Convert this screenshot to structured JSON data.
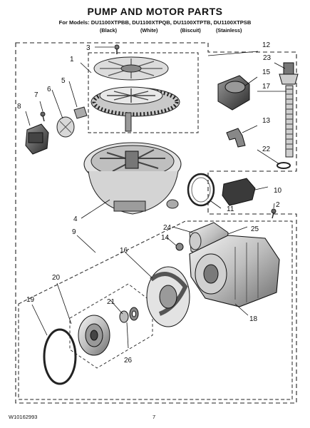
{
  "header": {
    "title": "PUMP AND MOTOR PARTS",
    "models": "For Models: DU1100XTPBB, DU1100XTPQB, DU1100XTPTB, DU1100XTPSB",
    "variants": [
      "(Black)",
      "(White)",
      "(Biscuit)",
      "(Stainless)"
    ]
  },
  "callouts": [
    "1",
    "2",
    "3",
    "4",
    "5",
    "6",
    "7",
    "8",
    "9",
    "10",
    "11",
    "12",
    "13",
    "14",
    "15",
    "16",
    "17",
    "18",
    "19",
    "20",
    "21",
    "22",
    "23",
    "24",
    "25",
    "26"
  ],
  "footer": {
    "doc_number": "W10162993",
    "page": "7"
  }
}
